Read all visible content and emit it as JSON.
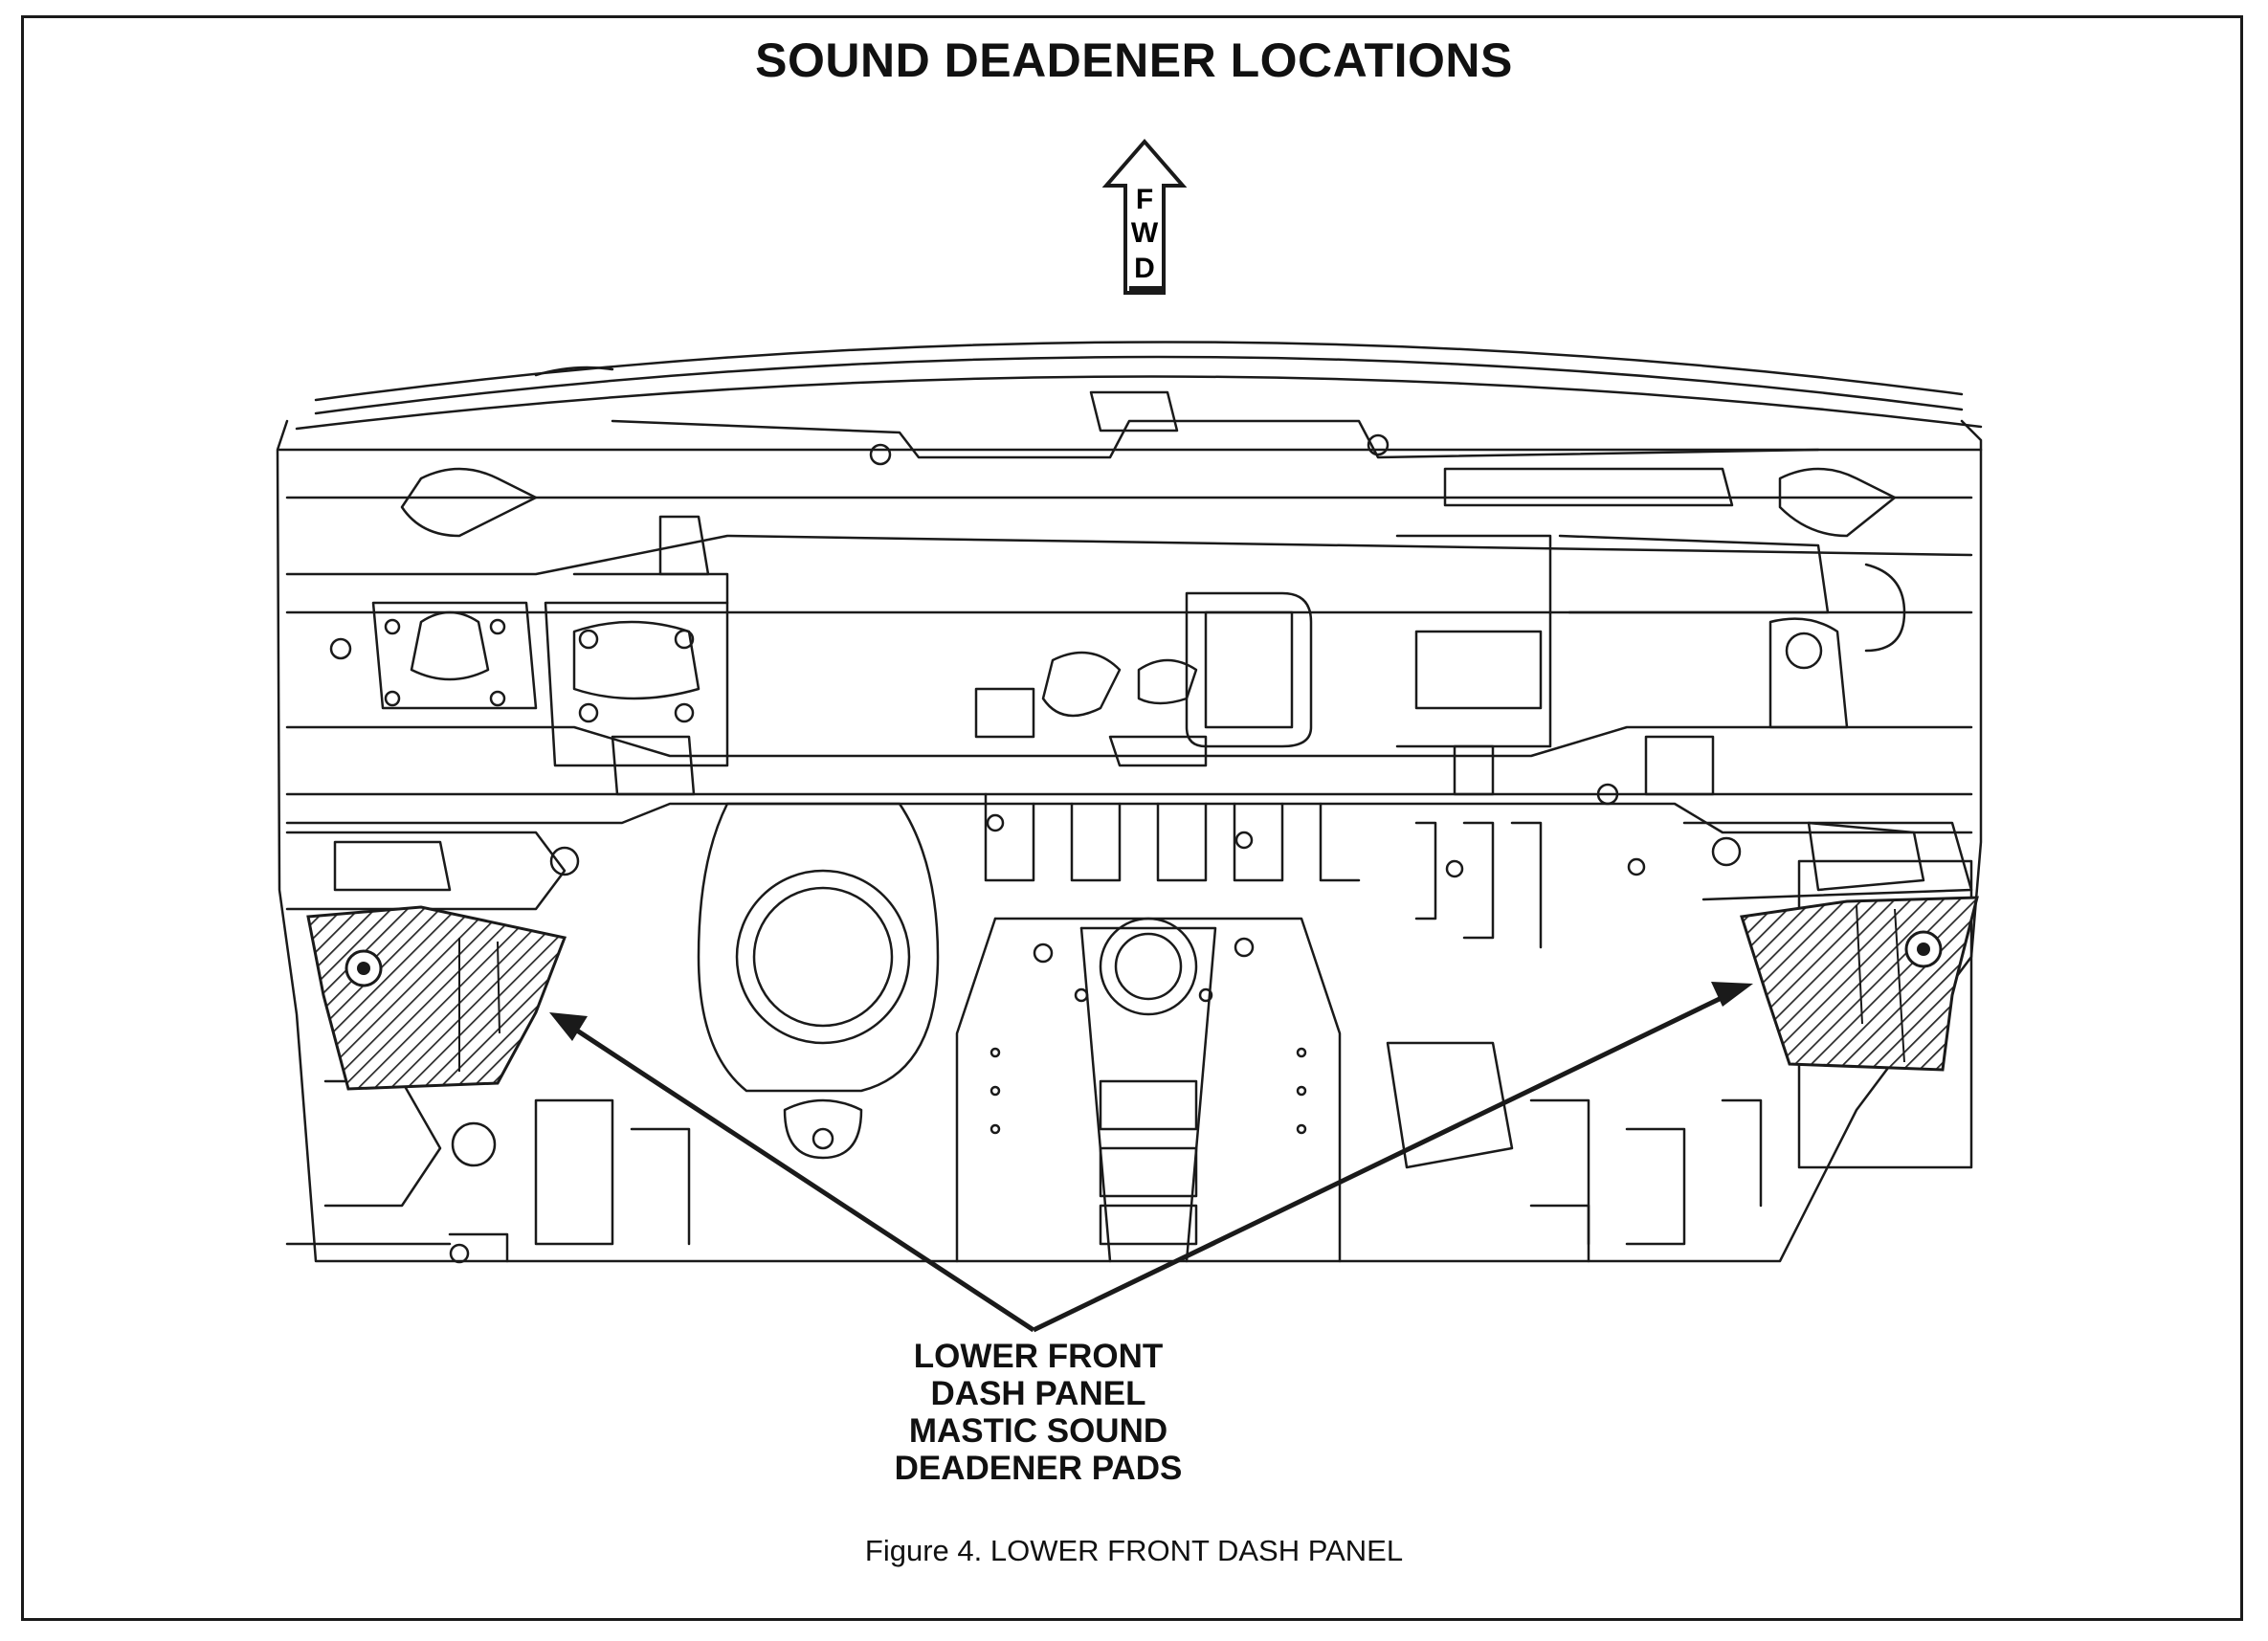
{
  "title": "SOUND DEADENER LOCATIONS",
  "direction_indicator": {
    "letters": [
      "F",
      "W",
      "D"
    ],
    "icon": "up-arrow-icon"
  },
  "callout": {
    "lines": [
      "LOWER FRONT",
      "DASH PANEL",
      "MASTIC SOUND",
      "DEADENER PADS"
    ]
  },
  "caption": "Figure 4.  LOWER FRONT DASH PANEL",
  "colors": {
    "line": "#1a1a1a",
    "hatch": "#2a2a2a",
    "background": "#ffffff"
  }
}
